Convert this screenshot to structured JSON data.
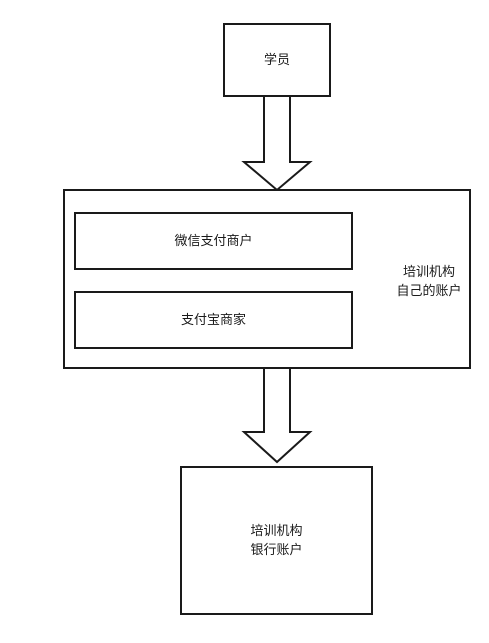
{
  "nodes": {
    "student": {
      "label": "学员"
    },
    "org_account": {
      "label_line1": "培训机构",
      "label_line2": "自己的账户"
    },
    "wechat_merchant": {
      "label": "微信支付商户"
    },
    "alipay_merchant": {
      "label": "支付宝商家"
    },
    "bank_account": {
      "label_line1": "培训机构",
      "label_line2": "银行账户"
    }
  },
  "colors": {
    "stroke": "#1a1a1a",
    "background": "#ffffff"
  }
}
